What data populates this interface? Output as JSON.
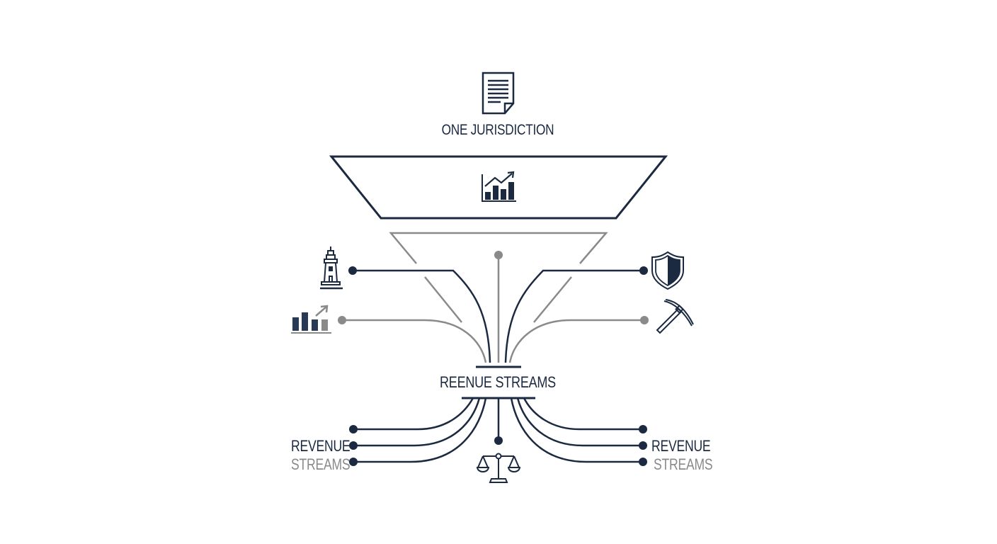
{
  "diagram": {
    "top_label": "ONE JURISDICTION",
    "middle_label": "REENUE STREAMS",
    "left_group": {
      "line1": "REVENUE",
      "line2": "STREAMS"
    },
    "right_group": {
      "line1": "REVENUE",
      "line2": "STREAMS"
    },
    "icons": {
      "top": "document-icon",
      "funnel": "growth-chart-icon",
      "left_upper": "lighthouse-icon",
      "left_lower": "bar-chart-arrow-icon",
      "right_upper": "shield-icon",
      "right_lower": "pickaxe-icon",
      "bottom": "scales-of-justice-icon"
    },
    "colors": {
      "navy": "#1b2a41",
      "gray": "#8a8a8a",
      "background": "#ffffff"
    }
  }
}
